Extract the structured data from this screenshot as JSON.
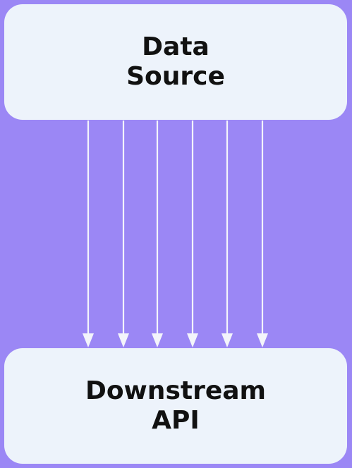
{
  "diagram": {
    "source": {
      "lines": [
        "Data",
        "Source"
      ]
    },
    "target": {
      "lines": [
        "Downstream",
        "API"
      ]
    },
    "connections": {
      "count": 6,
      "direction": "source-to-target"
    }
  },
  "colors": {
    "background": "#9b87f5",
    "node_fill": "#edf3fb",
    "node_text": "#111111",
    "arrow": "#f3f4fb"
  }
}
